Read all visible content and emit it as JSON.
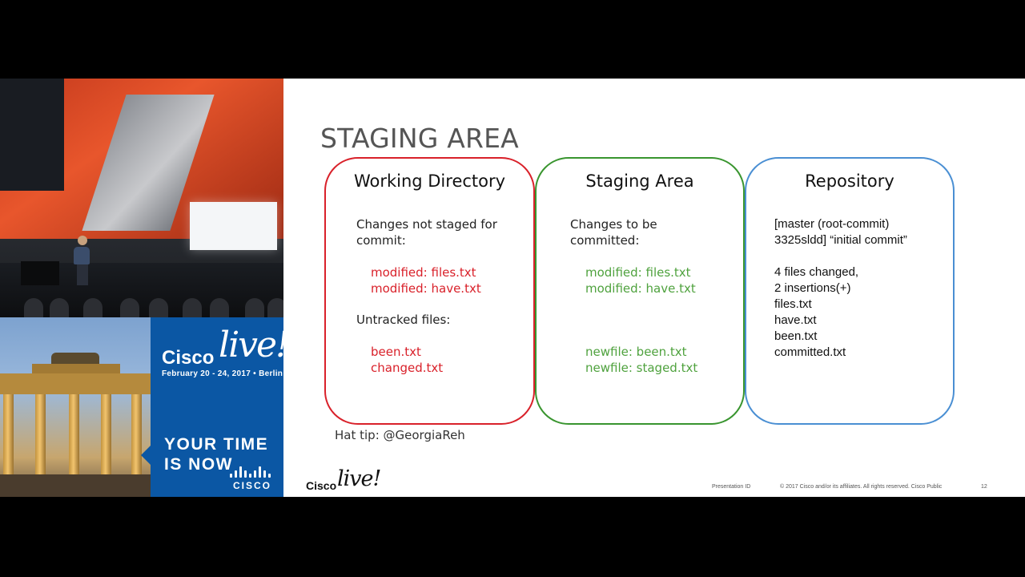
{
  "promo": {
    "brand_word": "Cisco",
    "brand_live": "live!",
    "event_date": "February 20 - 24, 2017 • Berlin",
    "tagline_line1": "YOUR TIME",
    "tagline_line2": "IS NOW",
    "cisco_wordmark": "CISCO"
  },
  "slide": {
    "title": "STAGING AREA",
    "columns": [
      {
        "heading": "Working Directory",
        "border_color": "#d9212a",
        "intro_line1": "Changes not staged for",
        "intro_line2": "commit:",
        "items": [
          "modified: files.txt",
          "modified: have.txt"
        ],
        "section2": "Untracked files:",
        "items2": [
          "been.txt",
          "changed.txt"
        ]
      },
      {
        "heading": "Staging Area",
        "border_color": "#39952f",
        "intro_line1": "Changes to be",
        "intro_line2": "committed:",
        "items": [
          "modified: files.txt",
          "modified: have.txt"
        ],
        "items2": [
          "newfile: been.txt",
          "newfile: staged.txt"
        ]
      },
      {
        "heading": "Repository",
        "border_color": "#4a8fd3",
        "lines1": [
          "[master (root-commit)",
          "3325sldd] “initial commit”"
        ],
        "lines2": [
          "4 files changed,",
          "2 insertions(+)",
          "files.txt",
          "have.txt",
          "been.txt",
          "committed.txt"
        ]
      }
    ],
    "hat_tip": "Hat tip: @GeorgiaReh",
    "footer": {
      "logo_word": "Cisco",
      "logo_live": "live!",
      "presentation_id": "Presentation ID",
      "copyright": "© 2017  Cisco and/or its affiliates. All rights reserved.   Cisco Public",
      "page_number": "12"
    }
  },
  "colors": {
    "red_text": "#d9212a",
    "green_text": "#4fa23e",
    "cisco_blue": "#0b57a4"
  }
}
